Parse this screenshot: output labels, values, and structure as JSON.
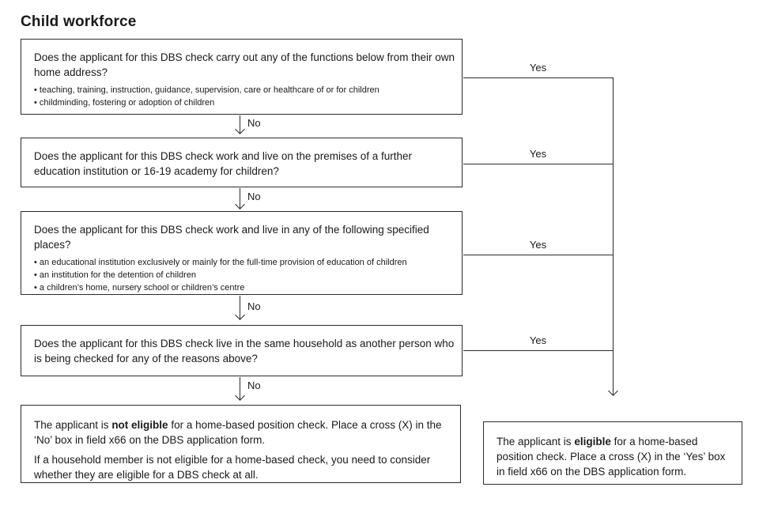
{
  "title": "Child workforce",
  "labels": {
    "yes": "Yes",
    "no": "No"
  },
  "boxes": {
    "q1": {
      "question": "Does the applicant for this DBS check carry out any of the functions below from their own home address?",
      "bullets": [
        "teaching, training, instruction, guidance, supervision, care or healthcare of or for children",
        "childminding, fostering or adoption of children"
      ]
    },
    "q2": {
      "question": "Does the applicant for this DBS check work and live on the premises of a further education institution or 16-19 academy for children?"
    },
    "q3": {
      "question": "Does the applicant for this DBS check work and live in any of the following specified places?",
      "bullets": [
        "an educational institution exclusively or mainly for the full-time provision of education of children",
        "an institution for the detention of children",
        "a children’s home, nursery school or children’s centre"
      ]
    },
    "q4": {
      "question": "Does the applicant for this DBS check live in the same household as another person who is being checked for any of the reasons above?"
    },
    "not_eligible": {
      "p1_pre": "The applicant is ",
      "p1_bold": "not eligible",
      "p1_post": " for a home-based position check. Place a cross (X) in the ‘No’ box in field x66 on the DBS application form.",
      "p2": "If a household member is not eligible for a home-based check, you need to consider whether they are eligible for a DBS check at all."
    },
    "eligible": {
      "pre": "The applicant is ",
      "bold": "eligible",
      "post": " for a home-based position check. Place a cross (X) in the ‘Yes’ box in field x66 on the DBS application form."
    }
  },
  "colors": {
    "background": "#ffffff",
    "line": "#2b2b2b",
    "text": "#1a1a1a"
  }
}
